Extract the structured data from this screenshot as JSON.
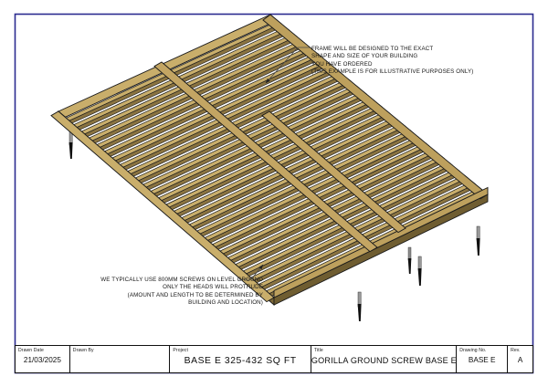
{
  "sheet": {
    "border_color": "#2b2b8f",
    "background": "#ffffff"
  },
  "drawing": {
    "name": "isometric-ground-screw-base-frame",
    "description": "Isometric view of a timber sub-frame supported on ground screws",
    "timber_top_color": "#c9ae6b",
    "timber_side_color": "#8a7340",
    "timber_edge_color": "#1a1a1a",
    "screw_shaft_color": "#8e8e8e",
    "screw_tip_color": "#111111",
    "joist_count": 27,
    "cross_beam_count": 2
  },
  "annotations": {
    "top": {
      "name": "frame-design-note",
      "lines": [
        "FRAME WILL BE DESIGNED TO THE EXACT",
        "SHAPE AND SIZE OF YOUR BUILDING",
        "YOU HAVE ORDERED",
        "(THIS EXAMPLE IS FOR ILLUSTRATIVE PURPOSES ONLY)"
      ],
      "text": "FRAME WILL BE DESIGNED TO THE EXACT\nSHAPE AND SIZE OF YOUR BUILDING\nYOU HAVE ORDERED\n(THIS EXAMPLE IS FOR ILLUSTRATIVE PURPOSES ONLY)"
    },
    "bottom": {
      "name": "ground-screw-note",
      "lines": [
        "WE TYPICALLY USE 800MM SCREWS ON LEVEL GROUND",
        "ONLY THE HEADS WILL PROTRUDE",
        "(AMOUNT AND LENGTH TO BE DETERMINED BY",
        "BUILDING AND LOCATION)"
      ],
      "text": "WE TYPICALLY USE 800MM SCREWS ON LEVEL GROUND\nONLY THE HEADS WILL PROTRUDE\n(AMOUNT AND LENGTH TO BE DETERMINED BY\nBUILDING AND LOCATION)"
    }
  },
  "title_block": {
    "drawn_date": {
      "label": "Drawn Date",
      "value": "21/03/2025"
    },
    "drawn_by": {
      "label": "Drawn By",
      "value": ""
    },
    "project": {
      "label": "Project",
      "value": "BASE E 325-432 SQ FT"
    },
    "title": {
      "label": "Title",
      "value": "GORILLA GROUND SCREW BASE E"
    },
    "drawing_no": {
      "label": "Drawing No.",
      "value": "BASE E"
    },
    "revision": {
      "label": "Rev.",
      "value": "A"
    }
  }
}
